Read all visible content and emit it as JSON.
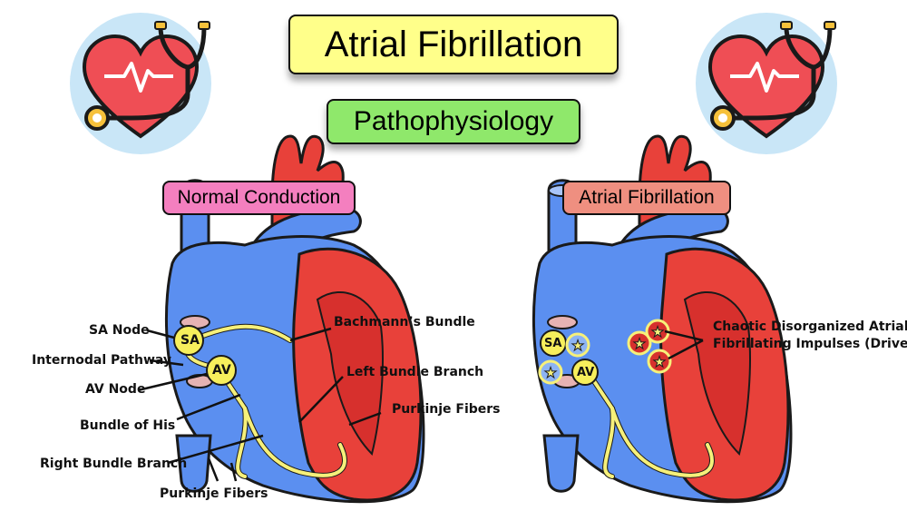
{
  "title": "Atrial Fibrillation",
  "subtitle": "Pathophysiology",
  "panels": {
    "normal": {
      "heading": "Normal Conduction",
      "labels": {
        "sa_node": "SA Node",
        "internodal": "Internodal Pathway",
        "av_node": "AV Node",
        "bundle_his": "Bundle of His",
        "right_bundle": "Right Bundle Branch",
        "purkinje_bottom": "Purkinje Fibers",
        "bachmann": "Bachmann’s Bundle",
        "left_bundle": "Left Bundle Branch",
        "purkinje_right": "Purkinje Fibers"
      },
      "node_sa": "SA",
      "node_av": "AV"
    },
    "afib": {
      "heading": "Atrial Fibrillation",
      "callout_line1": "Chaotic Disorganized Atrial",
      "callout_line2": "Fibrillating Impulses (Drivers)",
      "node_sa": "SA",
      "node_av": "AV"
    }
  },
  "icons": [
    "heart-stethoscope-icon",
    "heart-stethoscope-icon"
  ],
  "colors": {
    "title_bg": "#ffff8a",
    "subtitle_bg": "#8fe86b",
    "normal_bg": "#f47fbf",
    "afib_bg": "#ef8f80",
    "heart_red": "#e8413a",
    "vessel_blue": "#5b8ff0",
    "conduction_yellow": "#f6f07a"
  }
}
